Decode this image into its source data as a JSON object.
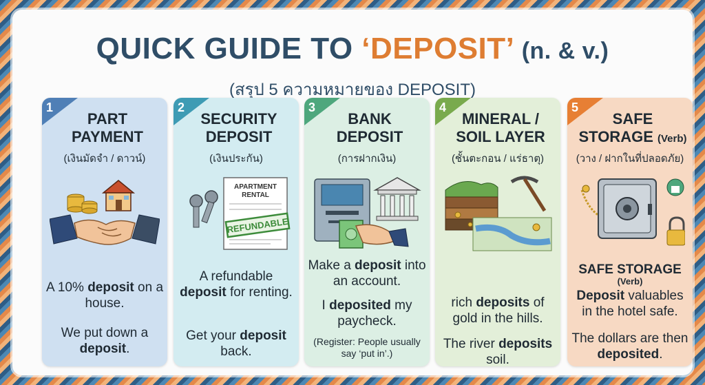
{
  "header": {
    "title_pre": "QUICK GUIDE TO ",
    "title_word": "‘DEPOSIT’",
    "title_pos": "(n. & v.)",
    "subtitle": "(สรุป 5 ความหมายของ DEPOSIT)"
  },
  "cards": [
    {
      "number": "1",
      "heading_1": "PART",
      "heading_2": "PAYMENT",
      "thai": "(เงินมัดจำ / ดาวน์)",
      "ex1_pre": "A 10% ",
      "ex1_bold": "deposit",
      "ex1_post": " on a house.",
      "ex2_pre": "We put down a ",
      "ex2_bold": "deposit",
      "ex2_post": "."
    },
    {
      "number": "2",
      "heading_1": "SECURITY",
      "heading_2": "DEPOSIT",
      "thai": "(เงินประกัน)",
      "art_doc_1": "APARTMENT",
      "art_doc_2": "RENTAL",
      "art_stamp": "REFUNDABLE",
      "ex1_pre": "A refundable ",
      "ex1_bold": "deposit",
      "ex1_post": " for renting.",
      "ex2_pre": "Get your ",
      "ex2_bold": "deposit",
      "ex2_post": " back."
    },
    {
      "number": "3",
      "heading_1": "BANK",
      "heading_2": "DEPOSIT",
      "thai": "(การฝากเงิน)",
      "ex1_pre": "Make a ",
      "ex1_bold": "deposit",
      "ex1_post": " into an account.",
      "ex2_pre": "I ",
      "ex2_bold": "deposited",
      "ex2_post": " my paycheck.",
      "note": "(Register: People usually say ‘put in’.)"
    },
    {
      "number": "4",
      "heading_1": "MINERAL /",
      "heading_2": "SOIL LAYER",
      "thai": "(ชั้นตะกอน / แร่ธาตุ)",
      "ex1_pre": "rich ",
      "ex1_bold": "deposits",
      "ex1_post": " of gold in the hills.",
      "ex2_pre": "The river ",
      "ex2_bold": "deposits",
      "ex2_post": " soil."
    },
    {
      "number": "5",
      "heading_1": "SAFE",
      "heading_2": "STORAGE",
      "heading_2_small": "(Verb)",
      "thai": "(วาง / ฝากในที่ปลอดภัย)",
      "sub_head": "SAFE STORAGE",
      "sub_head_small": "(Verb)",
      "ex1_pre": "",
      "ex1_bold": "Deposit",
      "ex1_post": " valuables in the hotel safe.",
      "ex2_pre": "The dollars are then ",
      "ex2_bold": "deposited",
      "ex2_post": "."
    }
  ],
  "colors": {
    "title": "#2f4d67",
    "accent": "#de7d32",
    "card1": "#cfe0f1",
    "card2": "#d3ecf1",
    "card3": "#dcefe4",
    "card4": "#e3efd9",
    "card5": "#f7d9c3"
  },
  "icons": {
    "card1": [
      "coins-icon",
      "house-icon",
      "handshake-icon"
    ],
    "card2": [
      "keys-icon",
      "rental-document-icon",
      "refundable-stamp-icon"
    ],
    "card3": [
      "atm-icon",
      "bank-building-icon",
      "cash-hand-icon"
    ],
    "card4": [
      "soil-layers-icon",
      "pickaxe-icon",
      "river-icon",
      "gold-nugget-icon"
    ],
    "card5": [
      "safe-icon",
      "necklace-icon",
      "padlock-icon"
    ]
  }
}
